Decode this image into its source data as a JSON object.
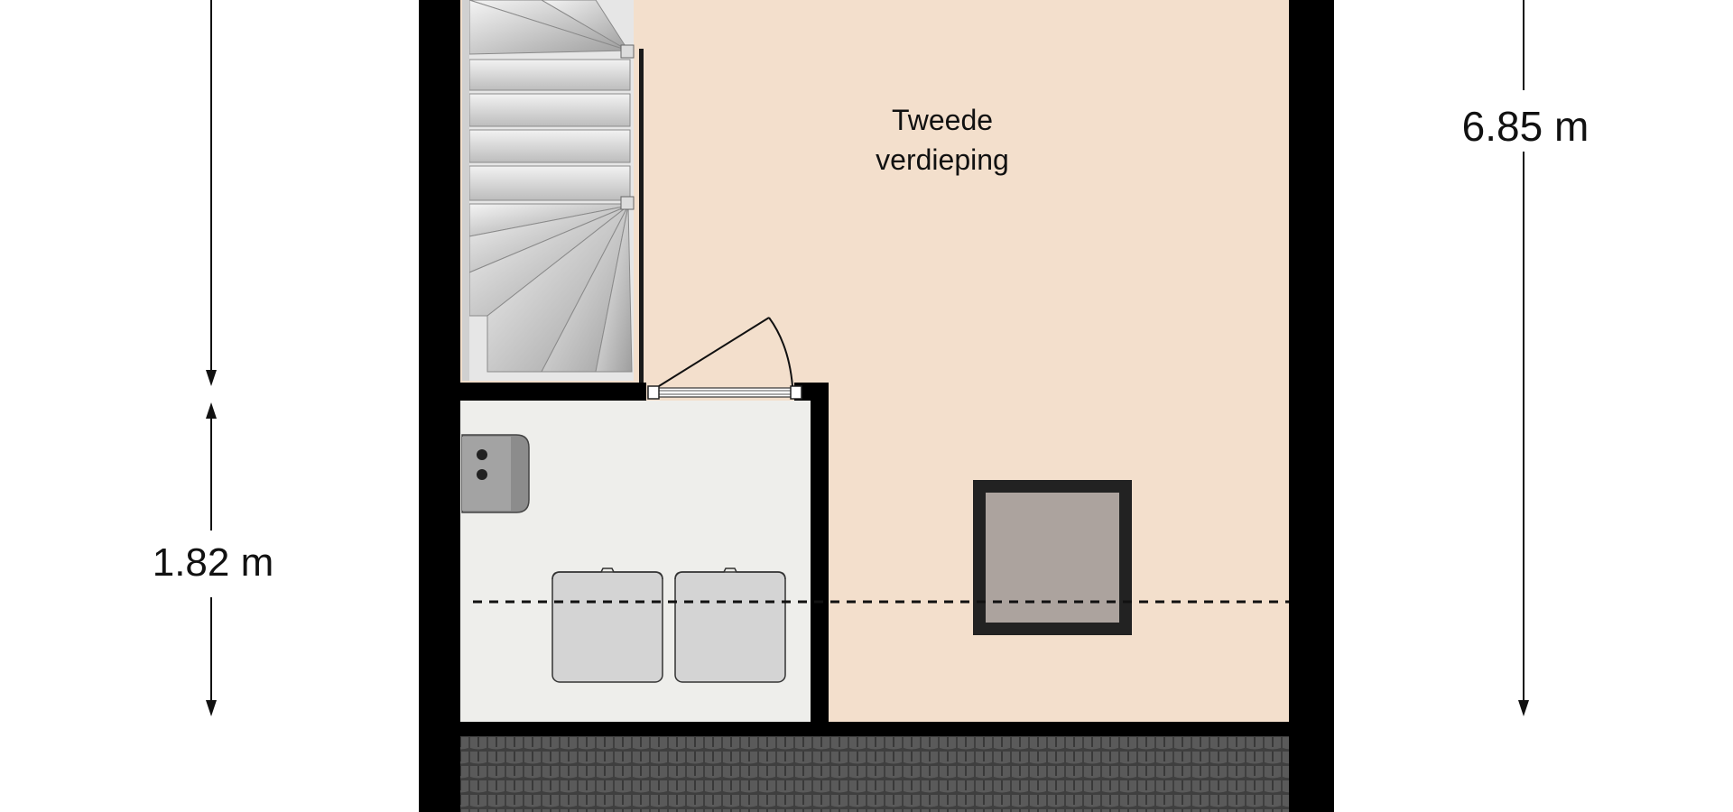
{
  "room_label": {
    "line1": "Tweede",
    "line2": "verdieping"
  },
  "dimensions": {
    "right": "6.85 m",
    "left": "1.82 m"
  },
  "colors": {
    "room_fill": "#f3dfcc",
    "utility_fill": "#eeeeeb",
    "wall": "#000000",
    "stairs": "#dcdcdc",
    "roof_tiles": "#4a4a4a",
    "skylight_glass": "#aca39e",
    "appliance": "#d4d4d4",
    "boiler": "#8c8c8c"
  },
  "icons": {
    "stairs": "spiral-staircase-icon",
    "door": "door-swing-icon",
    "skylight": "skylight-icon",
    "boiler": "boiler-icon",
    "appliances": "washing-machine-icon"
  }
}
